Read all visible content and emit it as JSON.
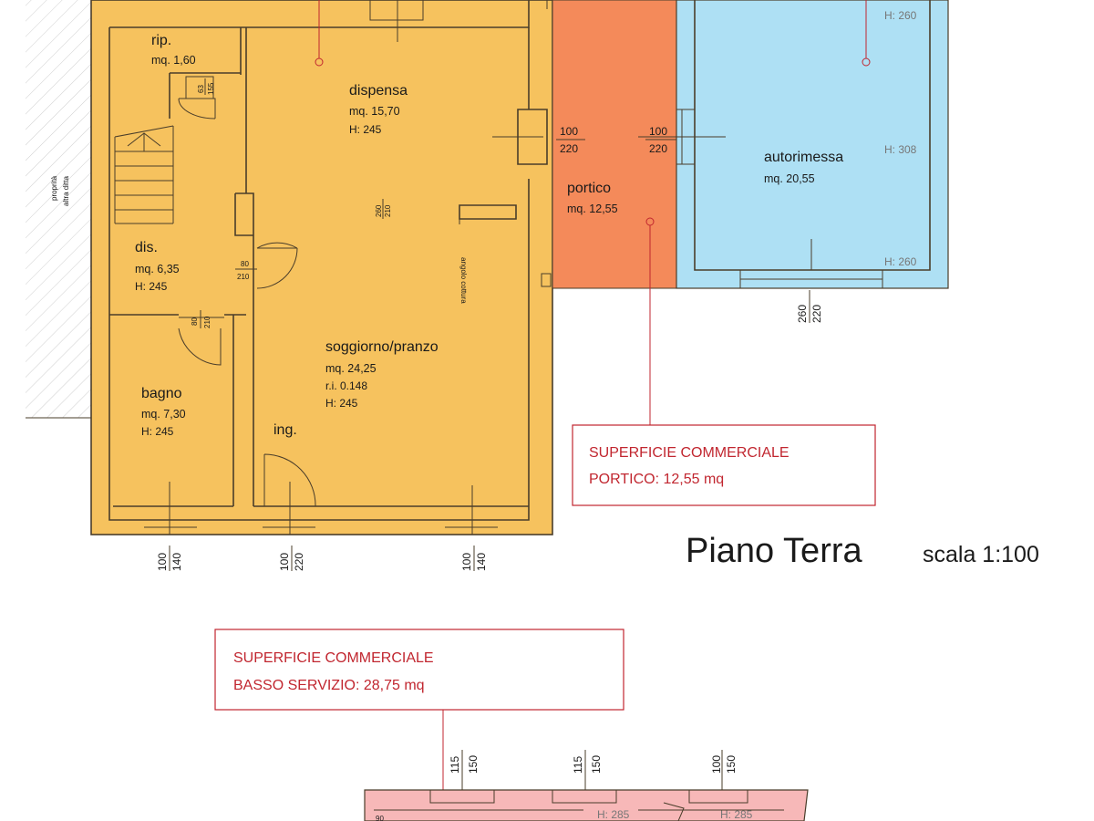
{
  "colors": {
    "house_fill": "#f6c25e",
    "porch_fill": "#f48a5a",
    "garage_fill": "#aee0f4",
    "lower_fill": "#f7b8b8",
    "leader_red": "#c1262f",
    "wall": "#4a3d2a"
  },
  "title": {
    "main": "Piano Terra",
    "scale": "scala 1:100"
  },
  "neighbor": {
    "line1": "proprità",
    "line2": "altra ditta"
  },
  "rooms": {
    "rip": {
      "name": "rip.",
      "area": "mq. 1,60"
    },
    "dispensa": {
      "name": "dispensa",
      "area": "mq. 15,70",
      "height": "H: 245"
    },
    "dis": {
      "name": "dis.",
      "area": "mq. 6,35",
      "height": "H: 245"
    },
    "soggiorno": {
      "name": "soggiorno/pranzo",
      "area": "mq. 24,25",
      "ri": "r.i. 0.148",
      "height": "H: 245"
    },
    "bagno": {
      "name": "bagno",
      "area": "mq. 7,30",
      "height": "H: 245"
    },
    "ingresso": {
      "name": "ing."
    },
    "portico": {
      "name": "portico",
      "area": "mq. 12,55"
    },
    "autorimessa": {
      "name": "autorimessa",
      "area": "mq. 20,55"
    }
  },
  "garage_heights": {
    "top": "H: 260",
    "mid": "H: 308",
    "bottom": "H: 260"
  },
  "openings": {
    "rip_door": {
      "w": "63",
      "h": "155"
    },
    "dispensa_window": {
      "w": "100",
      "h": "220"
    },
    "garage_side_door": {
      "w": "100",
      "h": "220"
    },
    "interior_door": {
      "w": "80",
      "h": "210"
    },
    "dis_door": {
      "w": "80",
      "h": "210"
    },
    "central_arch": {
      "w": "260",
      "h": "210"
    },
    "garage_gate": {
      "w": "260",
      "h": "220"
    },
    "bagno_window": {
      "w": "100",
      "h": "140"
    },
    "entrance_door": {
      "w": "100",
      "h": "220"
    },
    "living_window": {
      "w": "100",
      "h": "140"
    },
    "lower_window_1": {
      "w": "115",
      "h": "150"
    },
    "lower_window_2": {
      "w": "115",
      "h": "150"
    },
    "lower_window_3": {
      "w": "100",
      "h": "150"
    }
  },
  "notes": {
    "fireplace": "angolo cottura"
  },
  "callouts": {
    "portico": {
      "line1": "SUPERFICIE COMMERCIALE",
      "line2": "PORTICO: 12,55 mq"
    },
    "basso": {
      "line1": "SUPERFICIE COMMERCIALE",
      "line2": "BASSO SERVIZIO: 28,75 mq"
    }
  },
  "lower_plan": {
    "h1": "H: 285",
    "h2": "H: 285",
    "small": "90"
  }
}
